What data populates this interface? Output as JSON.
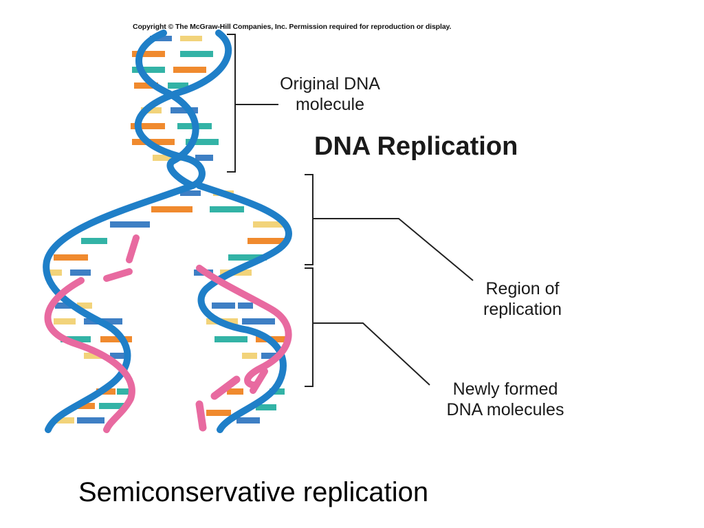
{
  "copyright": "Copyright © The McGraw-Hill Companies, Inc. Permission required for reproduction or display.",
  "title": "DNA Replication",
  "labels": {
    "original_line1": "Original DNA",
    "original_line2": "molecule",
    "region_line1": "Region of",
    "region_line2": "replication",
    "newly_line1": "Newly formed",
    "newly_line2": "DNA molecules"
  },
  "caption": "Semiconservative replication",
  "colors": {
    "original_strand": "#1f7fc8",
    "new_strand": "#e86aa0",
    "base_C": "#f08a2e",
    "base_G": "#33b3a6",
    "base_T": "#f2d37a",
    "base_A": "#3e7fc4"
  },
  "bases": {
    "top_pairs": [
      [
        "A",
        "T"
      ],
      [
        "C",
        "G"
      ],
      [
        "G",
        "C"
      ],
      [
        "C",
        "G"
      ],
      [
        "T",
        "A"
      ],
      [
        "C",
        "G"
      ],
      [
        "C",
        "G"
      ],
      [
        "T",
        "A"
      ]
    ]
  }
}
